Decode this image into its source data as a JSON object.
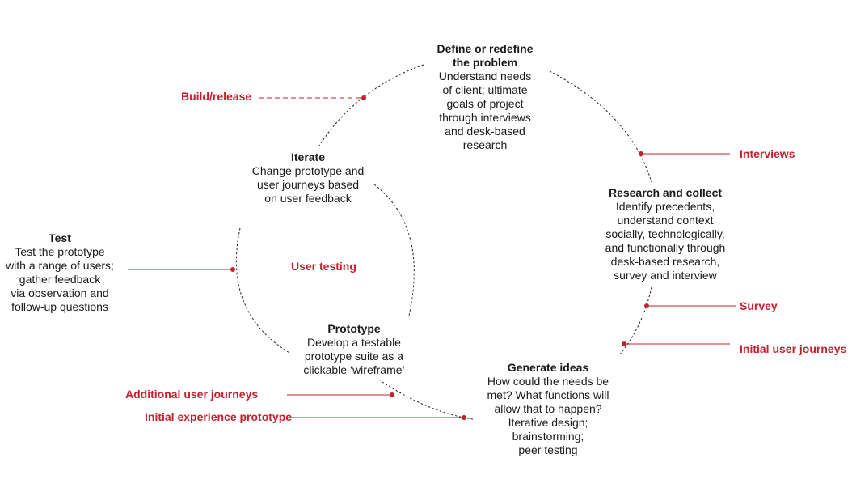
{
  "stages": {
    "define": {
      "title": "Define or redefine\nthe problem",
      "desc": "Understand needs\nof client; ultimate\ngoals of project\nthrough interviews\nand desk-based\nresearch"
    },
    "research": {
      "title": "Research and collect",
      "desc": "Identify precedents,\nunderstand context\nsocially, technologically,\nand functionally through\ndesk-based research,\nsurvey and interview"
    },
    "generate": {
      "title": "Generate ideas",
      "desc": "How could the  needs be\nmet? What functions will\nallow that to happen?\nIterative design;\nbrainstorming;\npeer testing"
    },
    "prototype": {
      "title": "Prototype",
      "desc": "Develop a testable\nprototype suite as a\nclickable ‘wireframe’"
    },
    "test": {
      "title": "Test",
      "desc": "Test the prototype\nwith a range of users;\ngather feedback\nvia observation and\nfollow-up questions"
    },
    "iterate": {
      "title": "Iterate",
      "desc": "Change prototype and\nuser journeys based\non user feedback"
    }
  },
  "tags": {
    "build_release": "Build/release",
    "interviews": "Interviews",
    "survey": "Survey",
    "initial_user_journeys": "Initial user journeys",
    "additional_user_journeys": "Additional user journeys",
    "initial_experience_prototype": "Initial experience prototype",
    "user_testing": "User testing"
  },
  "colors": {
    "accent": "#c5202e",
    "text": "#1a1a1a"
  }
}
